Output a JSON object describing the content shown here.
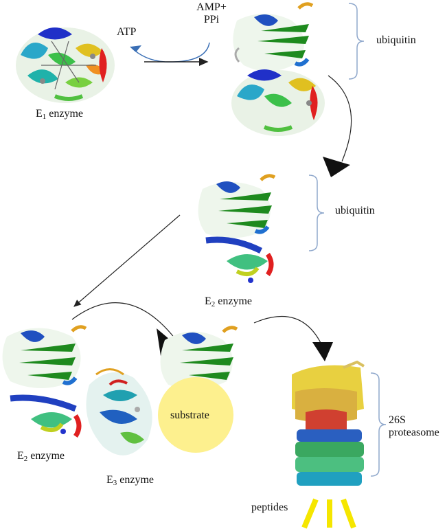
{
  "labels": {
    "atp": "ATP",
    "amp_line1": "AMP+",
    "amp_line2": "PPi",
    "ubiquitin_top": "ubiquitin",
    "ubiquitin_mid": "ubiquitin",
    "e1": {
      "prefix": "E",
      "sub": "1",
      "suffix": " enzyme"
    },
    "e2_mid": {
      "prefix": "E",
      "sub": "2",
      "suffix": " enzyme"
    },
    "e2_left": {
      "prefix": "E",
      "sub": "2",
      "suffix": " enzyme"
    },
    "e3": {
      "prefix": "E",
      "sub": "3",
      "suffix": " enzyme"
    },
    "substrate": "substrate",
    "proteasome_line1": "26S",
    "proteasome_line2": "proteasome",
    "peptides": "peptides"
  },
  "colors": {
    "substrate_fill": "#fdf08e",
    "bracket": "#8fa8cc",
    "peptides": "#f5e600",
    "arrow": "#222222",
    "atp_arrow": "#3a6fb5"
  }
}
